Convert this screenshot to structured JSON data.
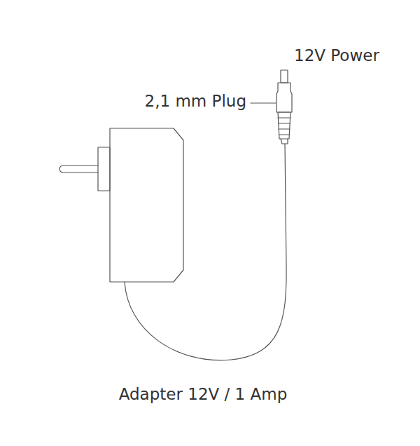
{
  "diagram": {
    "caption": "Adapter 12V / 1 Amp",
    "labels": [
      "12V Power",
      "2,1 mm Plug"
    ]
  }
}
